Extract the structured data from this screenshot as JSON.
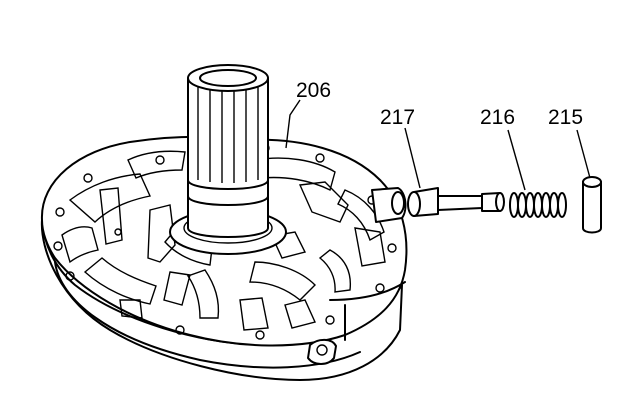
{
  "callouts": {
    "c206": "206",
    "c217": "217",
    "c216": "216",
    "c215": "215"
  },
  "colors": {
    "ink": "#000000",
    "paper": "#ffffff"
  }
}
